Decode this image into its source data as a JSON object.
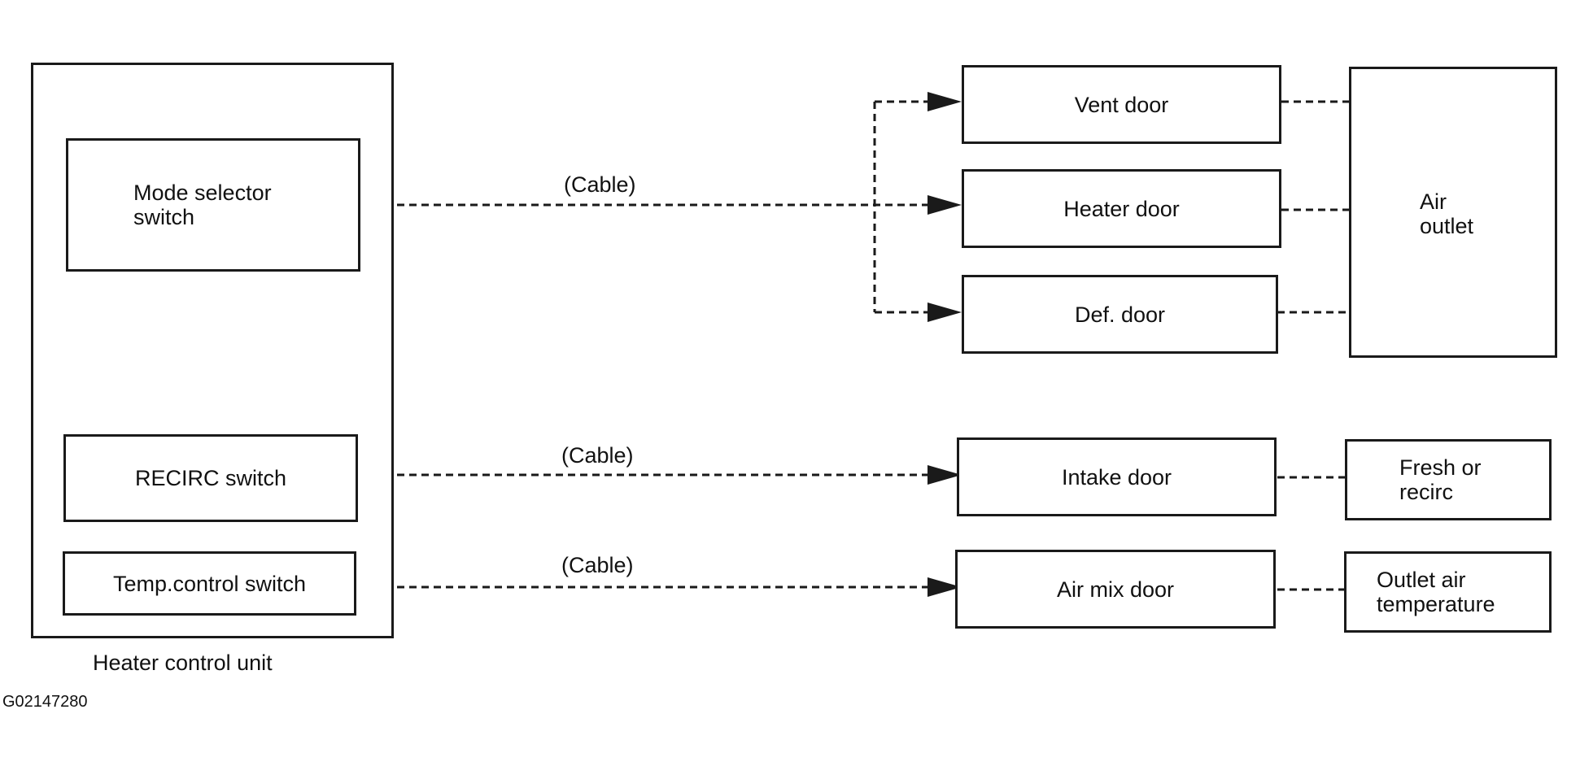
{
  "control_unit": {
    "caption": "Heater control unit",
    "mode_switch": [
      "Mode selector",
      "switch"
    ],
    "recirc_switch": "RECIRC switch",
    "temp_switch": "Temp.control switch"
  },
  "cables": {
    "mode": "(Cable)",
    "recirc": "(Cable)",
    "temp": "(Cable)"
  },
  "doors": {
    "vent": "Vent door",
    "heater": "Heater door",
    "def": "Def. door",
    "intake": "Intake door",
    "air_mix": "Air mix door"
  },
  "outputs": {
    "air_outlet": [
      "Air",
      "outlet"
    ],
    "fresh_recirc": [
      "Fresh or",
      "recirc"
    ],
    "outlet_temp": [
      "Outlet air",
      "temperature"
    ]
  },
  "figure_code": "G02147280"
}
